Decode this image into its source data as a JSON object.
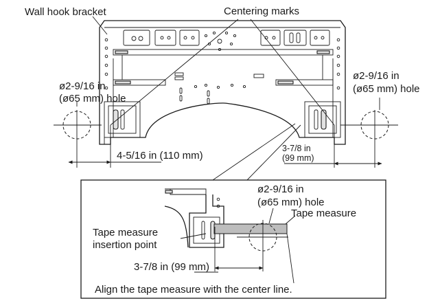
{
  "labels": {
    "wall_hook_bracket": "Wall hook bracket",
    "centering_marks": "Centering marks",
    "left_hole_line1": "ø2-9/16 in",
    "left_hole_line2": "(ø65 mm) hole",
    "right_hole_line1": "ø2-9/16 in",
    "right_hole_line2": "(ø65 mm) hole",
    "dim_left": "4-5/16 in (110 mm)",
    "dim_right_line1": "3-7/8 in",
    "dim_right_line2": "(99 mm)",
    "inset_hole_line1": "ø2-9/16 in",
    "inset_hole_line2": "(ø65 mm) hole",
    "tape_measure": "Tape measure",
    "insertion_line1": "Tape measure",
    "insertion_line2": "insertion point",
    "inset_dim": "3-7/8 in (99 mm)",
    "align_note": "Align the tape measure with the center line."
  }
}
